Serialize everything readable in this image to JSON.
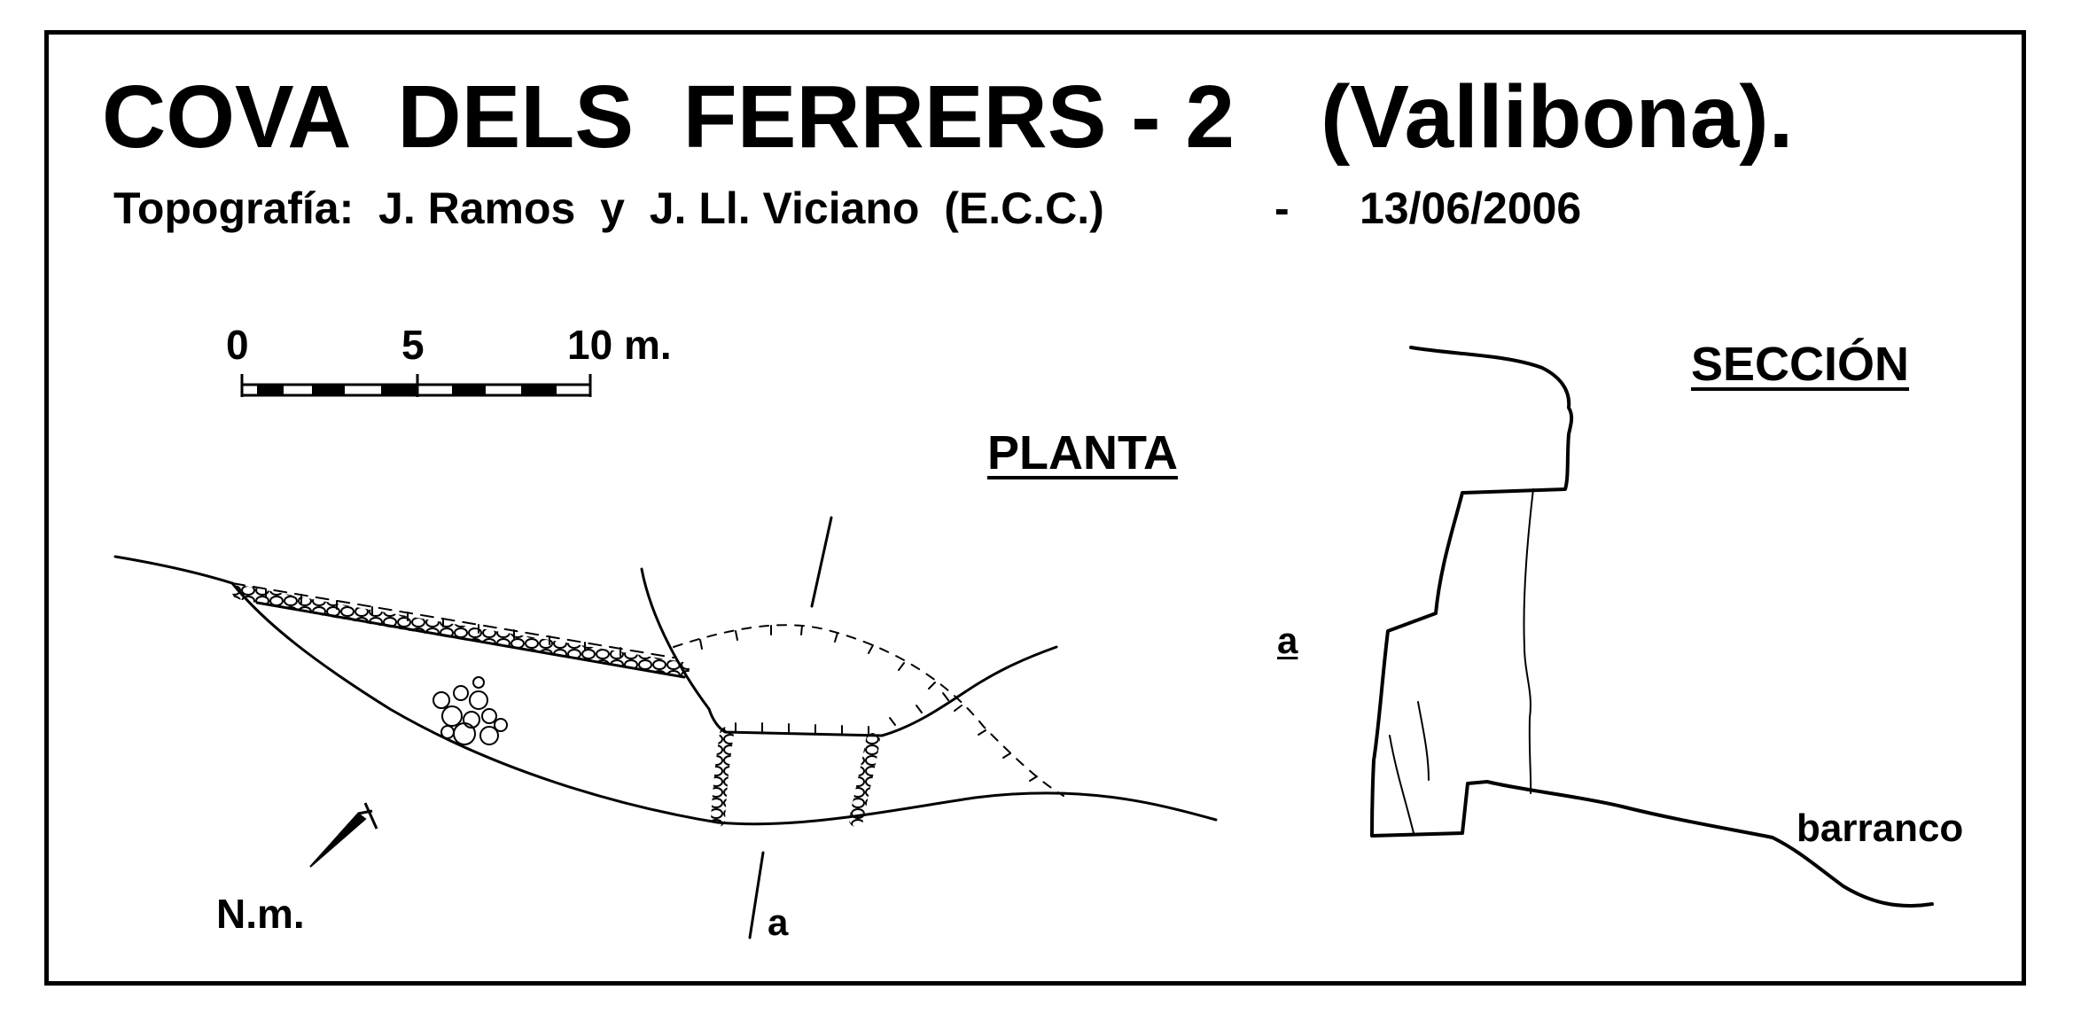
{
  "title": {
    "cave_name": "COVA  DELS  FERRERS - 2",
    "locality": "(Vallibona)."
  },
  "credits": {
    "survey": "Topografía:  J. Ramos  y  J. Ll. Viciano  (E.C.C.)",
    "dash": "-",
    "date": "13/06/2006"
  },
  "scale_bar": {
    "labels": [
      "0",
      "5",
      "10 m."
    ]
  },
  "views": {
    "plan": "PLANTA",
    "section": "SECCIÓN"
  },
  "north_arrow": {
    "label": "N.m."
  },
  "section_marker": {
    "plan_label": "a",
    "section_label": "a"
  },
  "annotations": {
    "ravine": "barranco"
  }
}
